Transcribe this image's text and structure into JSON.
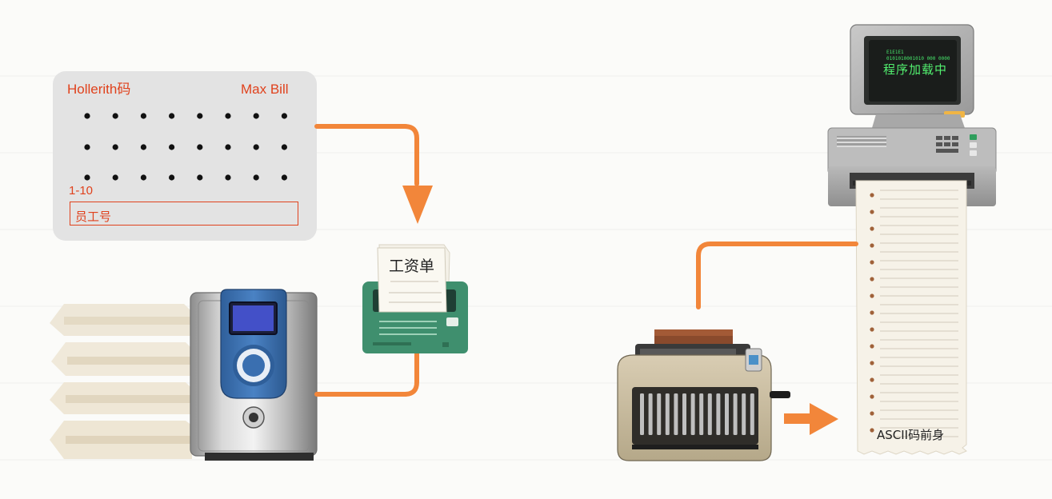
{
  "punch_card": {
    "title_left": "Hollerith码",
    "title_right": "Max Bill",
    "range_label": "1-10",
    "field_label": "员工号"
  },
  "paper": {
    "label": "工资单"
  },
  "terminal": {
    "screen_lines": [
      "E1E1E1",
      "0101010001010 000 0000"
    ],
    "screen_text": "程序加载中"
  },
  "tape": {
    "label": "ASCII码前身"
  },
  "colors": {
    "accent_orange": "#f2863a",
    "label_red": "#e0421d",
    "card_gray": "#e3e3e3",
    "printer_green": "#3f8f6e",
    "screen_green": "#52f06f"
  }
}
